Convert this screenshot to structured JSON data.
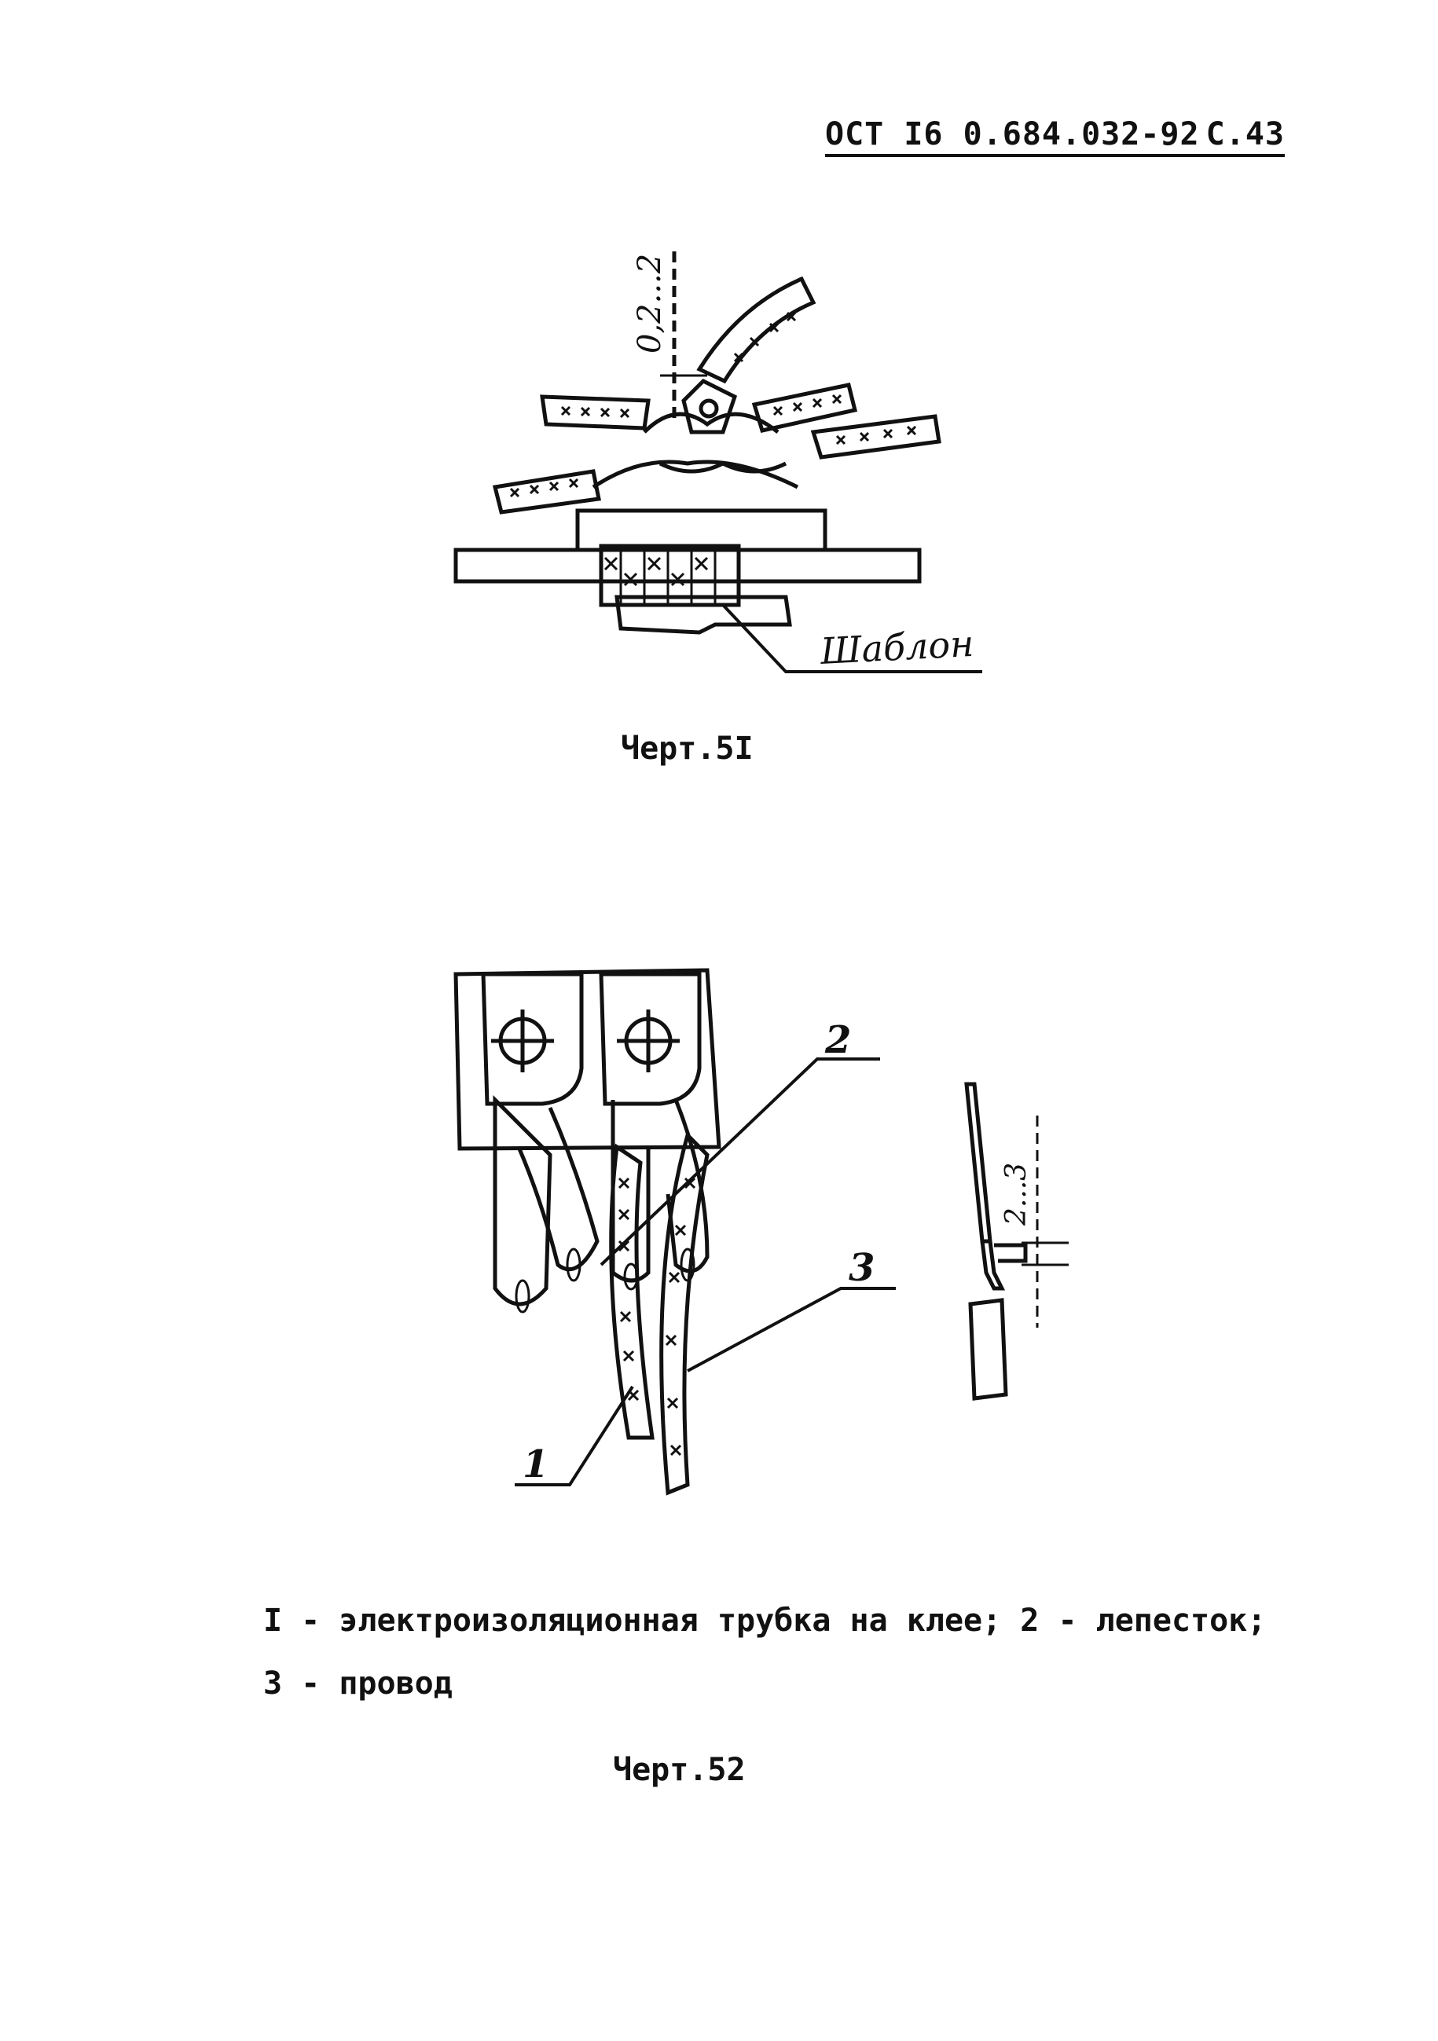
{
  "header": {
    "doc_number": "ОСТ I6 0.684.032-92",
    "page": "С.43"
  },
  "figure51": {
    "dimension": "0,2...2",
    "template_label": "Шаблон",
    "caption": "Черт.5I"
  },
  "figure52": {
    "callout_1": "1",
    "callout_2": "2",
    "callout_3": "3",
    "dimension": "2...3",
    "legend_line1": "I - электроизоляционная трубка на клее; 2 - лепесток;",
    "legend_line2": "3 - провод",
    "caption": "Черт.52"
  }
}
